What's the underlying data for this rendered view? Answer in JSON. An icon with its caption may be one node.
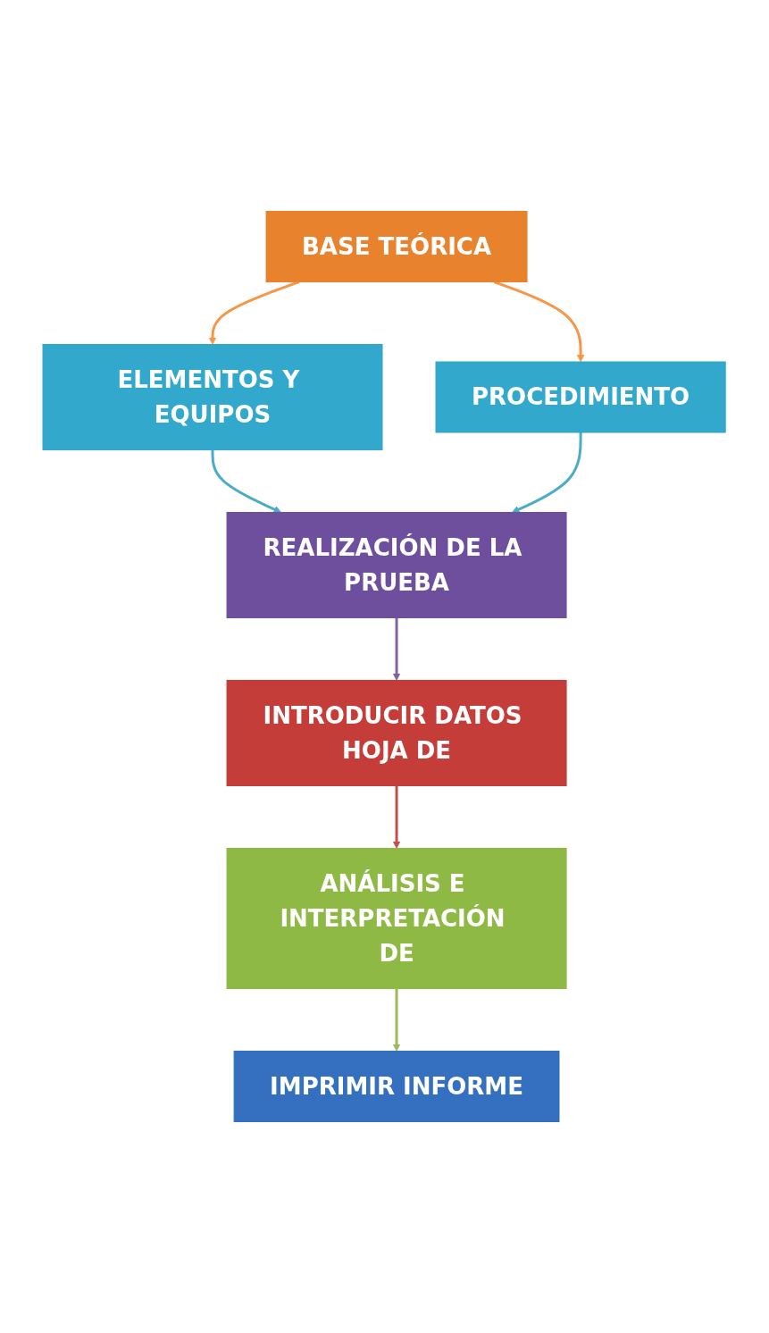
{
  "diagram": {
    "nodes": [
      {
        "text": [
          "BASE TEÓRICA"
        ]
      },
      {
        "text": [
          "ELEMENTOS Y EQUIPOS"
        ]
      },
      {
        "text": [
          "PROCEDIMIENTO"
        ]
      },
      {
        "text": [
          "REALIZACIÓN DE LA PRUEBA"
        ]
      },
      {
        "text": [
          "INTRODUCIR DATOS HOJA DE"
        ]
      },
      {
        "text": [
          "ANÁLISIS E INTERPRETACIÓN DE"
        ]
      },
      {
        "text": [
          "IMPRIMIR INFORME"
        ]
      }
    ],
    "edges": [
      {
        "from": 0,
        "to": 1,
        "arrow": "to",
        "color": "#f79646"
      },
      {
        "from": 0,
        "to": 2,
        "arrow": "to",
        "color": "#f79646"
      },
      {
        "from": 1,
        "to": 3,
        "arrow": "to",
        "color": "#4bacc6"
      },
      {
        "from": 2,
        "to": 3,
        "arrow": "to",
        "color": "#4bacc6"
      },
      {
        "from": 3,
        "to": 4,
        "arrow": "to",
        "color": "#8064a2"
      },
      {
        "from": 4,
        "to": 5,
        "arrow": "to",
        "color": "#c0504d"
      },
      {
        "from": 5,
        "to": 6,
        "arrow": "to",
        "color": "#9bbb59"
      }
    ]
  }
}
